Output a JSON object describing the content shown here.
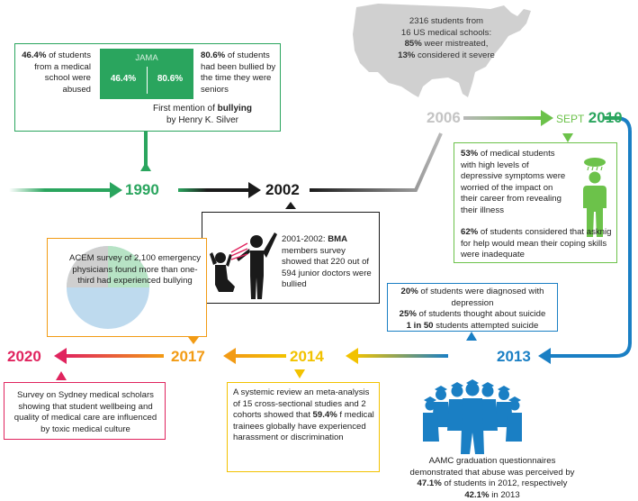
{
  "colors": {
    "green": "#2aa55e",
    "lime": "#6cc24a",
    "black": "#1a1a1a",
    "grey": "#b8b8b8",
    "blue": "#1a7fc4",
    "yellow": "#f2c200",
    "orange": "#f29b14",
    "pink": "#e0245e"
  },
  "years": {
    "y1990": "1990",
    "y2002": "2002",
    "y2006": "2006",
    "y2010_prefix": "SEPT",
    "y2010": "2010",
    "y2013": "2013",
    "y2014": "2014",
    "y2017": "2017",
    "y2020": "2020"
  },
  "box1990": {
    "left_pct": "46.4%",
    "left_text": "of students from a medical school were abused",
    "jama_title": "JAMA",
    "jama_left": "46.4%",
    "jama_right": "80.6%",
    "right_pct": "80.6%",
    "right_text": "of students had been bullied by the time they were seniors",
    "mention_pre": "First mention of",
    "mention_bold": "bullying",
    "mention_post": "by Henry K. Silver"
  },
  "box2006": {
    "line1": "2316 students from",
    "line2": "16 US medical schools:",
    "pct1": "85%",
    "text1": "weer mistreated,",
    "pct2": "13%",
    "text2": "considered it severe"
  },
  "box2002": {
    "lead": "2001-2002:",
    "org": "BMA",
    "text": "members survey showed that 220 out of 594 junior doctors were  bullied"
  },
  "box2010": {
    "pct1": "53%",
    "text1": "of medical students with high levels of depressive symptoms were worried of the impact on their career from revealing their illness",
    "pct2": "62%",
    "text2": "of students considered that asknig for help would mean their coping skills were inadequate"
  },
  "box2013": {
    "pct1": "20%",
    "text1": "of students were diagnosed with depression",
    "pct2": "25%",
    "text2": "of students thought about suicide",
    "pct3": "1 in 50",
    "text3": "students attempted  suicide"
  },
  "box2017": {
    "text": "ACEM survey of 2,100 emergency physicians found more than one-third had experienced bullying"
  },
  "box2014": {
    "text_pre": "A systemic review an meta-analysis of 15 cross-sectional studies and 2 cohorts showed that",
    "pct": "59.4%",
    "text_post": "f medical trainees globally have experienced harassment or discrimination"
  },
  "box2020": {
    "text": "Survey on Sydney medical scholars showing that student wellbeing and quality of medical care are influenced by toxic medical culture"
  },
  "aamc": {
    "text_pre": "AAMC graduation questionnaires demonstrated that abuse was perceived by",
    "pct1": "47.1%",
    "text_mid": "of students in 2012, respectively",
    "pct2": "42.1%",
    "text_post": "in 2013"
  },
  "icons": [
    "usa-map-icon",
    "bullying-figures-icon",
    "depressed-person-icon",
    "graduates-group-icon",
    "pie-chart-icon"
  ]
}
